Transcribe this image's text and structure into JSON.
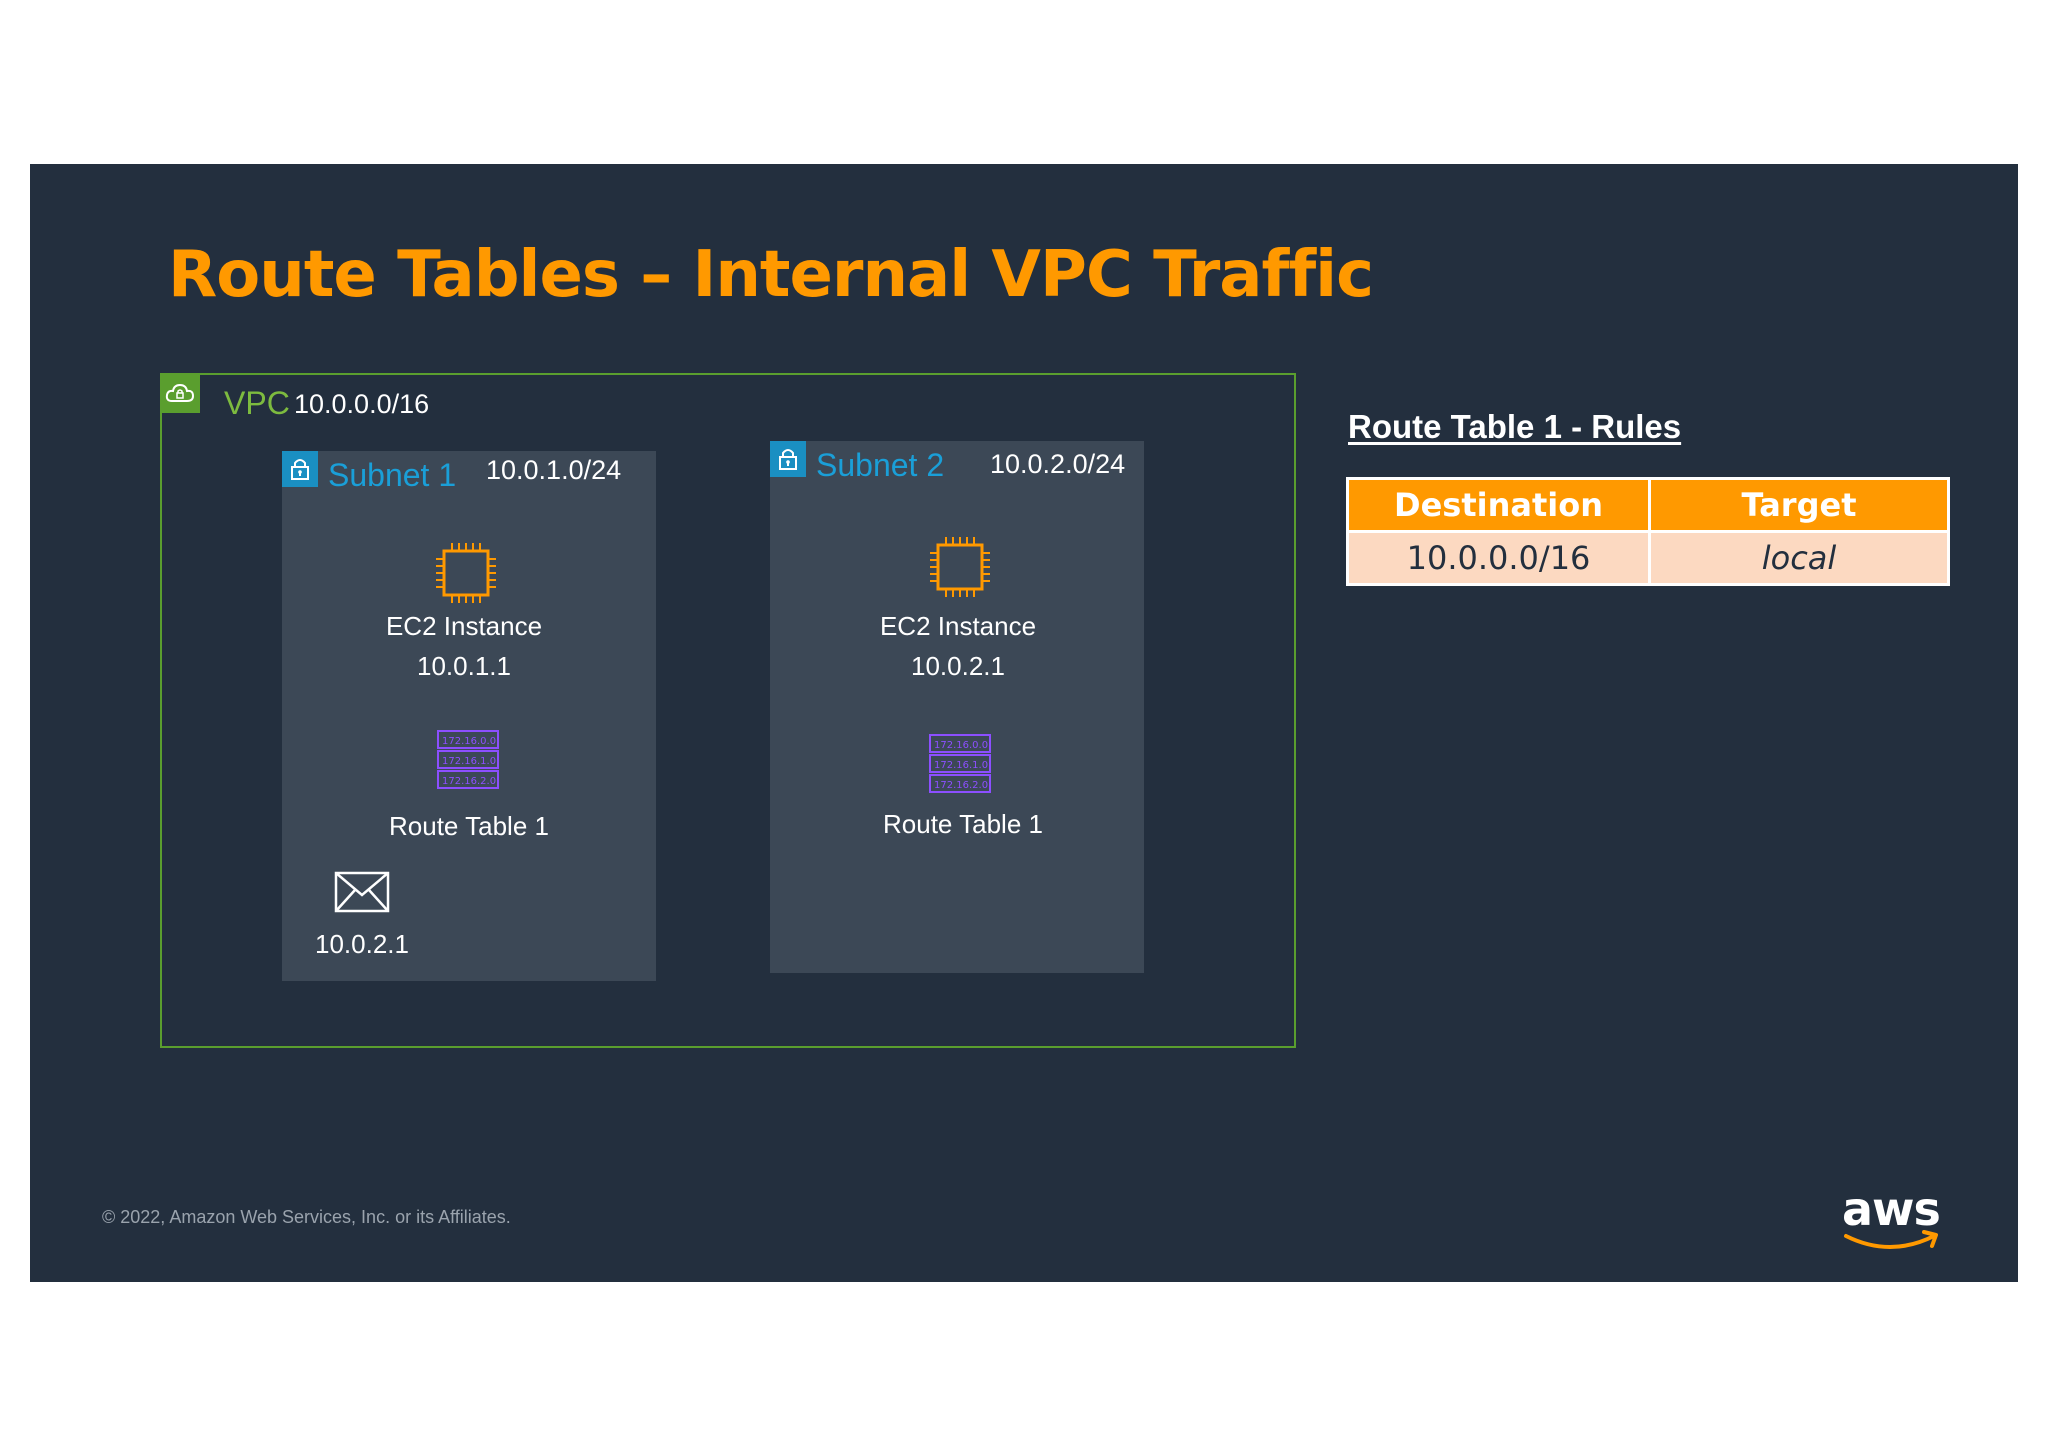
{
  "slide": {
    "title": "Route Tables – Internal VPC Traffic",
    "footer": "© 2022, Amazon Web Services, Inc. or its Affiliates.",
    "logo_text": "aws"
  },
  "vpc": {
    "label": "VPC",
    "cidr": "10.0.0.0/16",
    "icon": "vpc-cloud-icon"
  },
  "subnets": [
    {
      "label": "Subnet 1",
      "cidr": "10.0.1.0/24",
      "instance_label": "EC2 Instance",
      "instance_ip": "10.0.1.1",
      "route_table_label": "Route Table 1",
      "packet_dest": "10.0.2.1"
    },
    {
      "label": "Subnet 2",
      "cidr": "10.0.2.0/24",
      "instance_label": "EC2 Instance",
      "instance_ip": "10.0.2.1",
      "route_table_label": "Route Table 1"
    }
  ],
  "route_table": {
    "heading": "Route Table 1 - Rules",
    "columns": [
      "Destination",
      "Target"
    ],
    "rows": [
      [
        "10.0.0.0/16",
        "local"
      ]
    ]
  },
  "route_table_icon_lines": [
    "172.16.0.0",
    "172.16.1.0",
    "172.16.2.0"
  ],
  "colors": {
    "background": "#232f3e",
    "accent": "#ff9900",
    "vpc": "#5a9e2e",
    "subnet": "#1a8fc2",
    "subnet_fill": "#3c4856",
    "route_table_icon": "#8c4fff"
  }
}
